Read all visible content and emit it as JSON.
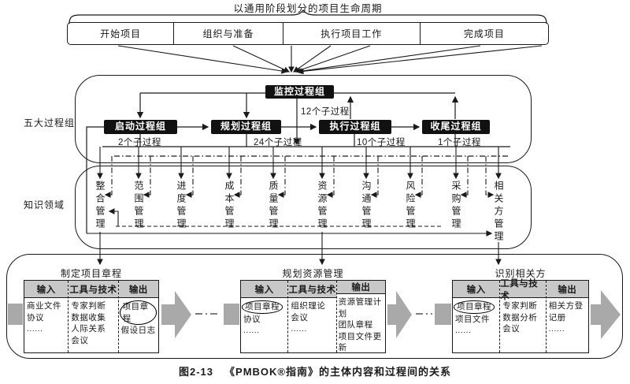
{
  "colors": {
    "process_group_box_bg": "#111111",
    "table_header_bg": "#c8c8c8",
    "flow_arrow_gray": "#a9a9a9"
  },
  "lifecycle": {
    "label": "以通用阶段划分的项目生命周期",
    "phases": [
      "开始项目",
      "组织与准备",
      "执行项目工作",
      "完成项目"
    ]
  },
  "section_labels": {
    "process_groups": "五大过程组",
    "knowledge_areas": "知识领域"
  },
  "process_groups": {
    "monitoring": {
      "label": "监控过程组",
      "sub": "12个子过程"
    },
    "initiating": {
      "label": "启动过程组",
      "sub": "2个子过程"
    },
    "planning": {
      "label": "规划过程组",
      "sub": "24个子过程"
    },
    "executing": {
      "label": "执行过程组",
      "sub": "10个子过程"
    },
    "closing": {
      "label": "收尾过程组",
      "sub": "1个子过程"
    }
  },
  "knowledge_areas": [
    "整合管理",
    "范围管理",
    "进度管理",
    "成本管理",
    "质量管理",
    "资源管理",
    "沟通管理",
    "风险管理",
    "采购管理",
    "相关方管理"
  ],
  "processes": [
    {
      "title": "制定项目章程",
      "headers": {
        "input": "输入",
        "tools": "工具与技术",
        "output": "输出"
      },
      "inputs": [
        "商业文件",
        "协议",
        "......"
      ],
      "tools": [
        "专家判断",
        "数据收集",
        "人际关系",
        "会议"
      ],
      "outputs": [
        "项目章程",
        "假设日志"
      ]
    },
    {
      "title": "规划资源管理",
      "headers": {
        "input": "输入",
        "tools": "工具与技术",
        "output": "输出"
      },
      "inputs": [
        "项目章程",
        "协议",
        "......"
      ],
      "tools": [
        "组织理论",
        "会议",
        "......"
      ],
      "outputs": [
        "资源管理计划",
        "团队章程",
        "项目文件更新"
      ]
    },
    {
      "title": "识别相关方",
      "headers": {
        "input": "输入",
        "tools": "工具与技术",
        "output": "输出"
      },
      "inputs": [
        "项目章程",
        "项目文件",
        "......"
      ],
      "tools": [
        "专家判断",
        "数据分析",
        "会议"
      ],
      "outputs": [
        "相关方登记册",
        "......"
      ]
    }
  ],
  "caption": {
    "number": "图2-13",
    "title": "《PMBOK®指南》的主体内容和过程间的关系"
  }
}
